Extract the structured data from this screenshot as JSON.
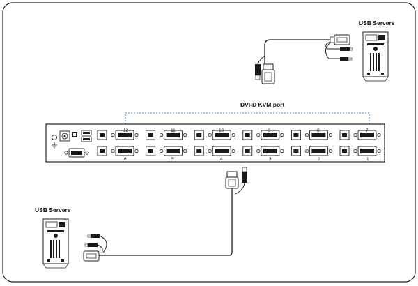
{
  "labels": {
    "usb_servers_top": "USB Servers",
    "usb_servers_bottom": "USB Servers",
    "kvm_port_title": "DVI-D  KVM port"
  },
  "ports": {
    "top_row": [
      "12",
      "11",
      "10",
      "9",
      "8",
      "7"
    ],
    "bottom_row": [
      "6",
      "5",
      "4",
      "3",
      "2",
      "1"
    ]
  },
  "colors": {
    "outline": "#222222",
    "dotted_bracket": "#3f7fb7",
    "panel_fill": "#ffffff",
    "dark_fill": "#1a1a1a"
  }
}
